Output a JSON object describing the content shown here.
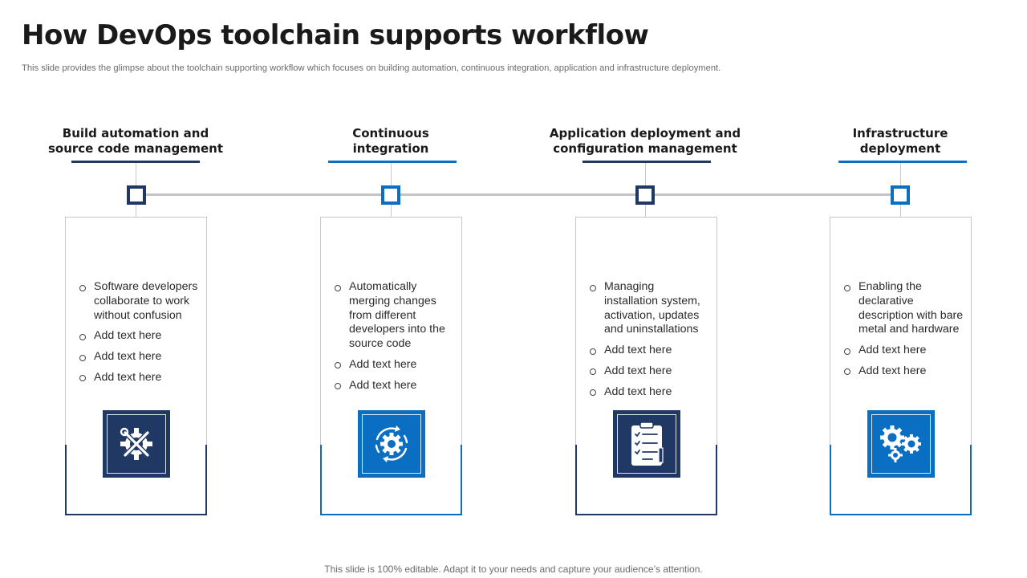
{
  "title": "How DevOps toolchain supports workflow",
  "subtitle": "This slide provides the glimpse about the toolchain supporting workflow which focuses on building automation, continuous integration, application and infrastructure deployment.",
  "footer": "This slide is 100% editable. Adapt it to your needs and capture your audience’s attention.",
  "colors": {
    "dark": "#1f3864",
    "blue": "#0a6fc2",
    "line": "#c4c4c4"
  },
  "columns": [
    {
      "title_line1": "Build automation and",
      "title_line2": "source code management",
      "bullets": [
        "Software developers collaborate to work without confusion",
        "Add text here",
        "Add text here",
        "Add text here"
      ],
      "icon": "tools-gear-icon"
    },
    {
      "title_line1": "Continuous",
      "title_line2": "integration",
      "bullets": [
        "Automatically merging changes from different developers into the source code",
        "Add text here",
        "Add text here"
      ],
      "icon": "gear-cycle-icon"
    },
    {
      "title_line1": "Application deployment and",
      "title_line2": "configuration management",
      "bullets": [
        "Managing installation system, activation, updates and uninstallations",
        "Add text here",
        "Add text here",
        "Add text here"
      ],
      "icon": "checklist-clipboard-icon"
    },
    {
      "title_line1": "Infrastructure",
      "title_line2": "deployment",
      "bullets": [
        "Enabling the declarative description with bare metal and hardware",
        "Add text here",
        "Add text here"
      ],
      "icon": "gears-icon"
    }
  ]
}
